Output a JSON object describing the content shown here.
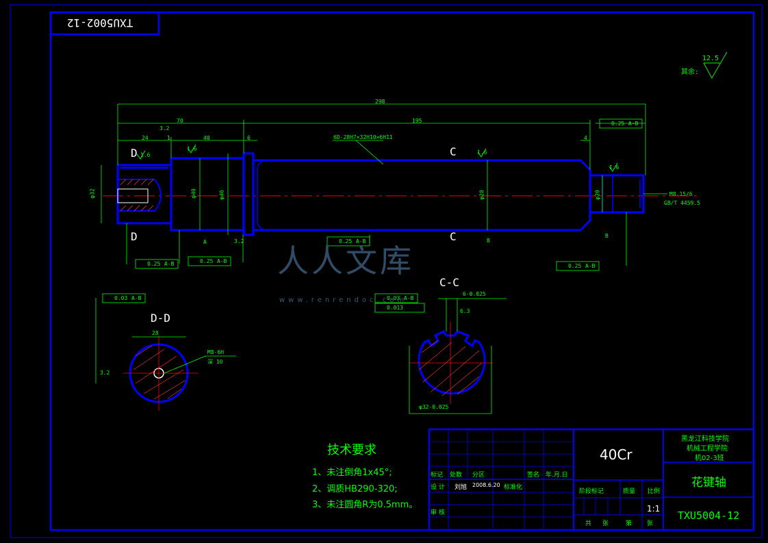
{
  "drawing_number_mirrored": "TXU5002-12",
  "roughness_other": {
    "label": "其余:",
    "value": "12.5"
  },
  "dimensions": {
    "overall": "298",
    "left_70": "70",
    "mid_195": "195",
    "d24": "24",
    "d40": "40",
    "d6": "6",
    "d4": "4",
    "d1": "1",
    "spline_spec": "6D-28H7×32H10×6H11"
  },
  "roughness_marks": [
    "3.2",
    "1.6",
    "1.6",
    "1.6",
    "1.6",
    "3.2",
    "3.2",
    "6.3"
  ],
  "tolerances": {
    "runout_025": "0.25",
    "datum_ab": "A-B",
    "flat_003": "0.03",
    "pos_0013": "0.013",
    "runout_003": "0.03"
  },
  "datums": [
    "A",
    "B",
    "B"
  ],
  "section_labels": {
    "c_top": "C",
    "c_bottom": "C",
    "d_top": "D",
    "d_bottom": "D",
    "cc": "C-C",
    "dd": "D-D"
  },
  "diameters": {
    "d32": "φ32",
    "d40": "φ40",
    "d46": "φ46",
    "d28": "φ28",
    "d20": "φ20",
    "d32_cc": "φ32-0.025"
  },
  "thread": {
    "spec": "M8-6H",
    "depth": "深 10",
    "end_spec": "M8.15/6",
    "end_note": "GB/T 4459.5"
  },
  "dd_dim": "28",
  "cc_dim": "6-0.025",
  "tech_req": {
    "title": "技术要求",
    "items": [
      "1、未注倒角1x45°;",
      "2、调质HB290-320;",
      "3、未注圆角R为0.5mm。"
    ]
  },
  "title_block": {
    "material": "40Cr",
    "school_line1": "黑龙江科技学院",
    "school_line2": "机械工程学院",
    "school_line3": "机02-3班",
    "part_name": "花键轴",
    "drawing_number": "TXU5004-12",
    "scale_label": "比例",
    "scale": "1:1",
    "stage": "阶段标记",
    "weight": "质量",
    "marks": "标记",
    "places": "处数",
    "zone": "分区",
    "sign": "签名",
    "date": "年.月.日",
    "design": "设 计",
    "designer": "刘旭",
    "design_date": "2008.6.20",
    "std": "标准化",
    "review": "审 核",
    "total": "共",
    "sheet": "张",
    "page": "第",
    "page2": "张"
  },
  "watermark": {
    "text": "人人文库",
    "url": "www.renrendoc.com"
  }
}
